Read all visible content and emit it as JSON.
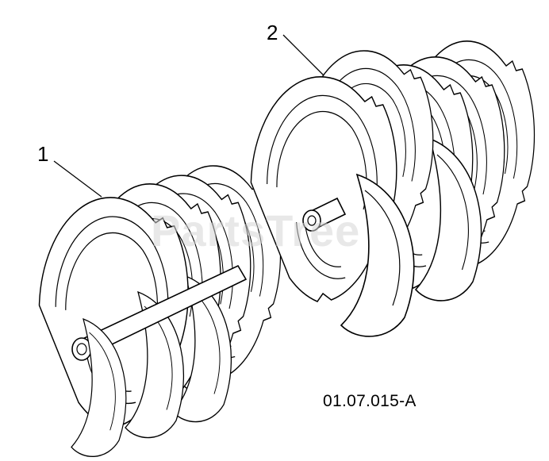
{
  "diagram": {
    "callouts": [
      {
        "label": "1"
      },
      {
        "label": "2"
      }
    ],
    "drawing_code": "01.07.015-A",
    "watermark": "PartsTree"
  },
  "colors": {
    "line": "#000000",
    "background": "#ffffff",
    "watermark": "#d6d6d6"
  }
}
